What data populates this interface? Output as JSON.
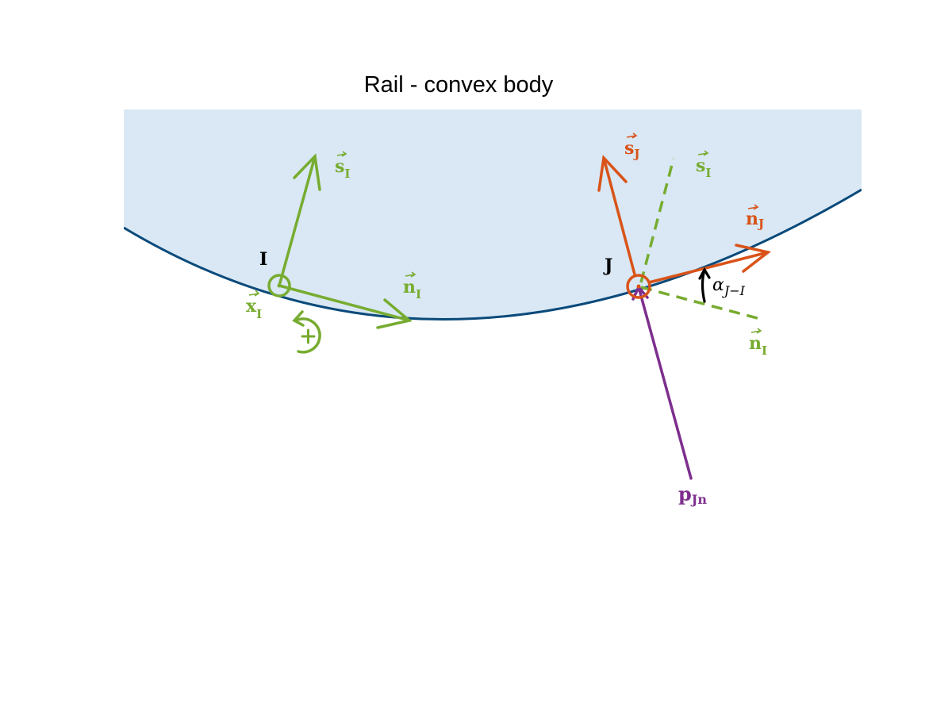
{
  "title": "Rail - convex body",
  "colors": {
    "body_fill": "#d9e8f4",
    "boundary": "#0a4a7a",
    "green": "#77ac30",
    "orange": "#d95319",
    "purple": "#7e2f8e",
    "black": "#000000"
  },
  "labels": {
    "point_I": "I",
    "point_J": "J",
    "x_I": {
      "vec": "⃗",
      "base": "x",
      "sub": "I"
    },
    "s_I": {
      "base": "s",
      "sub": "I"
    },
    "n_I": {
      "base": "n",
      "sub": "I"
    },
    "s_J": {
      "base": "s",
      "sub": "J"
    },
    "n_J": {
      "base": "n",
      "sub": "J"
    },
    "s_I_dashed": {
      "base": "s",
      "sub": "I"
    },
    "n_I_dashed": {
      "base": "n",
      "sub": "I"
    },
    "alpha": {
      "base": "α",
      "sub": "J−I"
    },
    "p_Jn": {
      "base": "p",
      "sub": "Jn"
    },
    "rotation_sign": "+"
  },
  "icons": {
    "rotation": "positive-rotation-icon"
  }
}
